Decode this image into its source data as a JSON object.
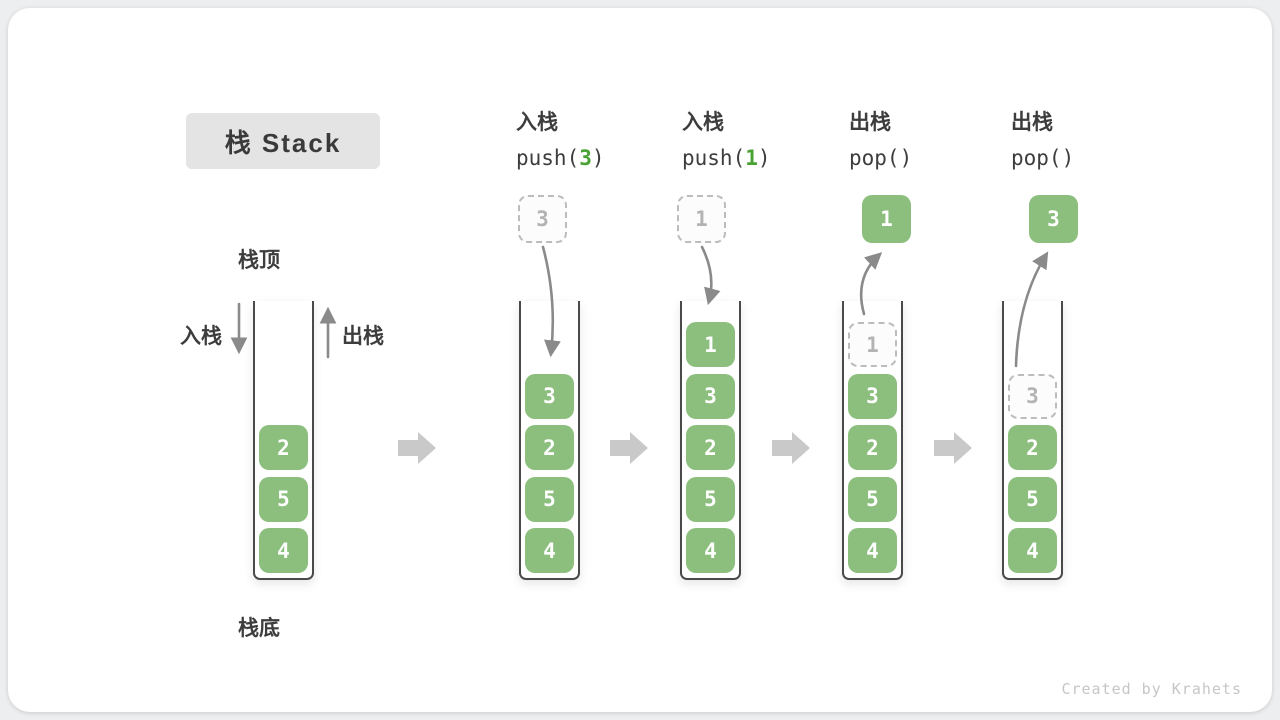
{
  "title": {
    "text": "栈 Stack"
  },
  "legend": {
    "stack_top": "栈顶",
    "stack_bottom": "栈底",
    "push": "入栈",
    "pop": "出栈"
  },
  "watermark": "Created by Krahets",
  "colors": {
    "element_green": "#8cbf7e",
    "ghost_border": "#bcbcbc",
    "ghost_text": "#b3b3b3",
    "code_arg_green": "#4aa234",
    "arrow_gray": "#8a8a8a",
    "block_arrow_gray": "#c9c9c9",
    "label_dark": "#3d3d3d",
    "title_bg": "#e4e4e4",
    "wall_dark": "#4a4a4a"
  },
  "stacks": [
    {
      "id": "initial",
      "cells": [
        {
          "v": "2"
        },
        {
          "v": "5"
        },
        {
          "v": "4"
        }
      ]
    },
    {
      "id": "push-3",
      "op": {
        "title": "入栈",
        "code_pre": "push(",
        "code_arg": "3",
        "code_post": ")"
      },
      "floating": {
        "v": "3",
        "ghost": true
      },
      "cells": [
        {
          "v": "3"
        },
        {
          "v": "2"
        },
        {
          "v": "5"
        },
        {
          "v": "4"
        }
      ]
    },
    {
      "id": "push-1",
      "op": {
        "title": "入栈",
        "code_pre": "push(",
        "code_arg": "1",
        "code_post": ")"
      },
      "floating": {
        "v": "1",
        "ghost": true
      },
      "cells": [
        {
          "v": "1"
        },
        {
          "v": "3"
        },
        {
          "v": "2"
        },
        {
          "v": "5"
        },
        {
          "v": "4"
        }
      ]
    },
    {
      "id": "pop-1",
      "op": {
        "title": "出栈",
        "code_pre": "pop(",
        "code_arg": "",
        "code_post": ")"
      },
      "floating": {
        "v": "1",
        "ghost": false
      },
      "cells": [
        {
          "v": "1",
          "ghost": true
        },
        {
          "v": "3"
        },
        {
          "v": "2"
        },
        {
          "v": "5"
        },
        {
          "v": "4"
        }
      ]
    },
    {
      "id": "pop-3",
      "op": {
        "title": "出栈",
        "code_pre": "pop(",
        "code_arg": "",
        "code_post": ")"
      },
      "floating": {
        "v": "3",
        "ghost": false
      },
      "cells": [
        {
          "v": "3",
          "ghost": true
        },
        {
          "v": "2"
        },
        {
          "v": "5"
        },
        {
          "v": "4"
        }
      ]
    }
  ]
}
